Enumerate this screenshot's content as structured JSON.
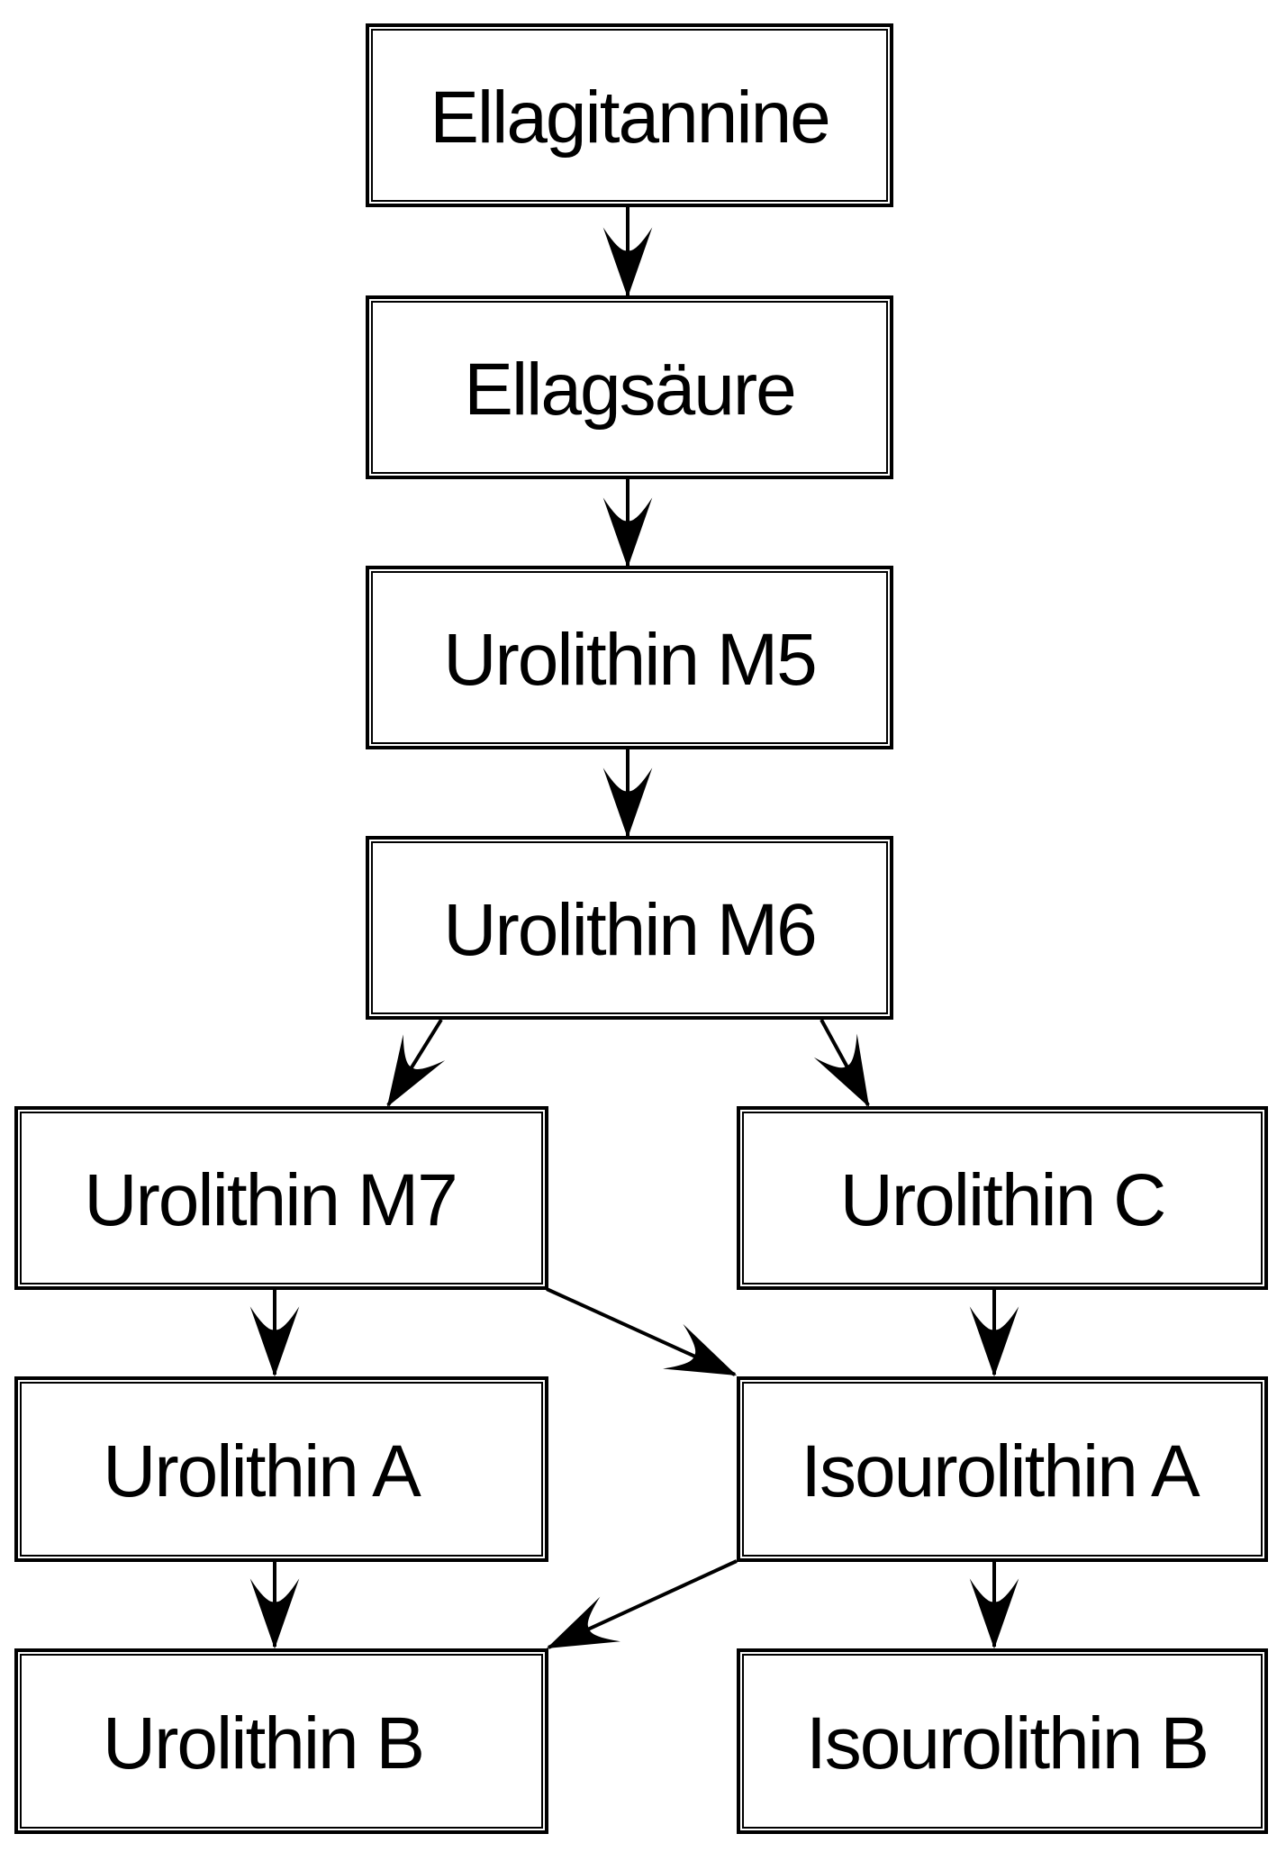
{
  "diagram": {
    "background_color": "#ffffff",
    "stroke_color": "#000000",
    "text_color": "#000000",
    "nodes": [
      {
        "id": "ellagitannine",
        "label": "Ellagitannine"
      },
      {
        "id": "ellagsaeure",
        "label": "Ellagsäure"
      },
      {
        "id": "urolithin-m5",
        "label": "Urolithin M5"
      },
      {
        "id": "urolithin-m6",
        "label": "Urolithin M6"
      },
      {
        "id": "urolithin-m7",
        "label": "Urolithin M7"
      },
      {
        "id": "urolithin-c",
        "label": "Urolithin C"
      },
      {
        "id": "urolithin-a",
        "label": "Urolithin A"
      },
      {
        "id": "isourolithin-a",
        "label": "Isourolithin A"
      },
      {
        "id": "urolithin-b",
        "label": "Urolithin B"
      },
      {
        "id": "isourolithin-b",
        "label": "Isourolithin B"
      }
    ],
    "edges": [
      {
        "from": "ellagitannine",
        "to": "ellagsaeure"
      },
      {
        "from": "ellagsaeure",
        "to": "urolithin-m5"
      },
      {
        "from": "urolithin-m5",
        "to": "urolithin-m6"
      },
      {
        "from": "urolithin-m6",
        "to": "urolithin-m7"
      },
      {
        "from": "urolithin-m6",
        "to": "urolithin-c"
      },
      {
        "from": "urolithin-m7",
        "to": "urolithin-a"
      },
      {
        "from": "urolithin-m7",
        "to": "isourolithin-a"
      },
      {
        "from": "urolithin-c",
        "to": "isourolithin-a"
      },
      {
        "from": "urolithin-a",
        "to": "urolithin-b"
      },
      {
        "from": "isourolithin-a",
        "to": "urolithin-b"
      },
      {
        "from": "isourolithin-a",
        "to": "isourolithin-b"
      }
    ]
  }
}
